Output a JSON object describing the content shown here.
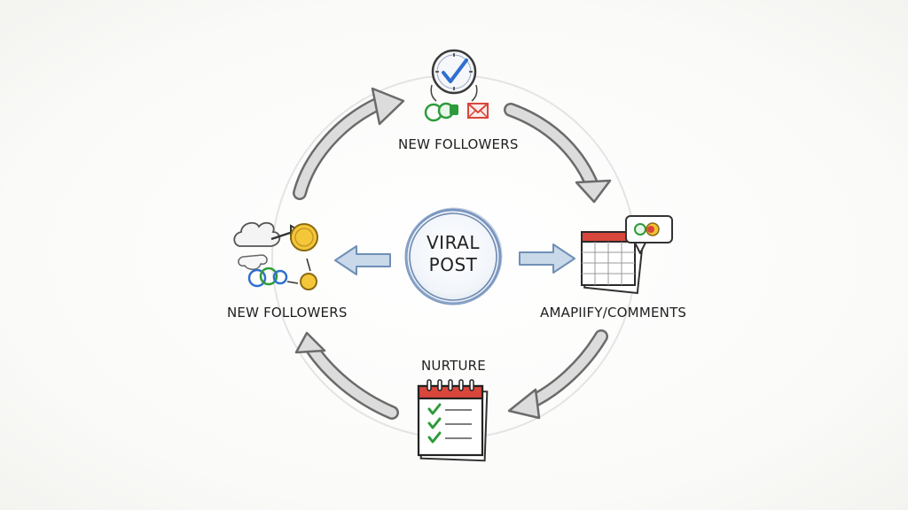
{
  "center": {
    "line1": "VIRAL",
    "line2": "POST"
  },
  "stages": {
    "top": "NEW FOLLOWERS",
    "left": "NEW FOLLOWERS",
    "right": "AMAPIIFY/COMMENTS",
    "bottom": "NURTURE"
  },
  "colors": {
    "ink": "#222222",
    "arrow_outline": "#6b6b6b",
    "arrow_fill": "#d8d8d8",
    "center_ring": "#5b7fae",
    "blue_arrow": "#9fb8d6",
    "calendar_red": "#d9463b",
    "check_green": "#2e9b3a",
    "accent_yellow": "#f2c230"
  },
  "icons": {
    "top": [
      "clock-icon",
      "checkmark-icon",
      "people-icon",
      "envelope-icon"
    ],
    "left": [
      "cloud-icon",
      "arrow-icon",
      "gold-coin-icon",
      "link-icon"
    ],
    "right": [
      "calendar-icon",
      "chat-bubble-icon"
    ],
    "bottom": [
      "checklist-calendar-icon"
    ]
  }
}
